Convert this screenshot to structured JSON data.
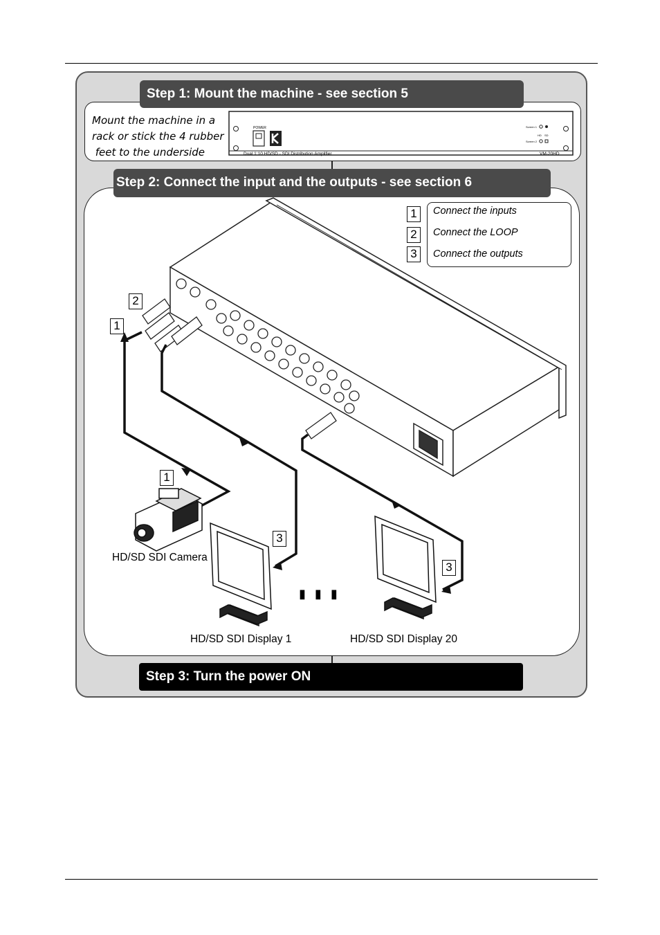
{
  "step1": {
    "title": "Step 1: Mount the machine - see section 5",
    "note_lines": [
      "Mount the machine in a",
      "rack or stick the 4 rubber",
      " feet to the underside"
    ]
  },
  "device_front": {
    "power_label": "POWER",
    "model_caption": "Dual 1:10 HD/SD - SDI Distribution Amplifier",
    "model": "VM-20HD",
    "indicator_1": "Screen 1",
    "indicator_2": "Screen 2",
    "hd_label": "HD",
    "sd_label": "SD"
  },
  "step2": {
    "title": "Step 2: Connect the input and the outputs - see section 6"
  },
  "legend": [
    {
      "num": "1",
      "text": "Connect the inputs"
    },
    {
      "num": "2",
      "text": "Connect the LOOP"
    },
    {
      "num": "3",
      "text": "Connect the outputs"
    }
  ],
  "callouts": {
    "loop": "2",
    "input": "1",
    "camera": "1",
    "display1": "3",
    "display20": "3"
  },
  "labels": {
    "camera": "HD/SD SDI Camera",
    "display1": "HD/SD SDI Display 1",
    "display20": "HD/SD SDI Display 20",
    "ellipsis": "▮ ▮ ▮"
  },
  "step3": {
    "title": "Step 3: Turn the power ON"
  },
  "colors": {
    "step_bar_dark": "#4a4a4a",
    "step_bar_black": "#000000",
    "panel_bg": "#d9d9d9"
  }
}
